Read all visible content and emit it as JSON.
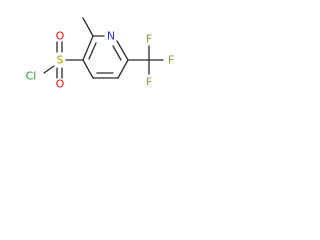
{
  "molecule": {
    "labels": {
      "chlorine": "Cl",
      "sulfur": "S",
      "oxygen_top": "O",
      "oxygen_bottom": "O",
      "nitrogen": "N",
      "fluorine_top": "F",
      "fluorine_right": "F",
      "fluorine_bottom": "F"
    },
    "colors": {
      "chlorine": "#2f9a2f",
      "sulfur": "#b59a00",
      "oxygen": "#e01010",
      "nitrogen": "#2c34c8",
      "fluorine": "#7aa63a",
      "bond": "#2b2b2b"
    }
  }
}
